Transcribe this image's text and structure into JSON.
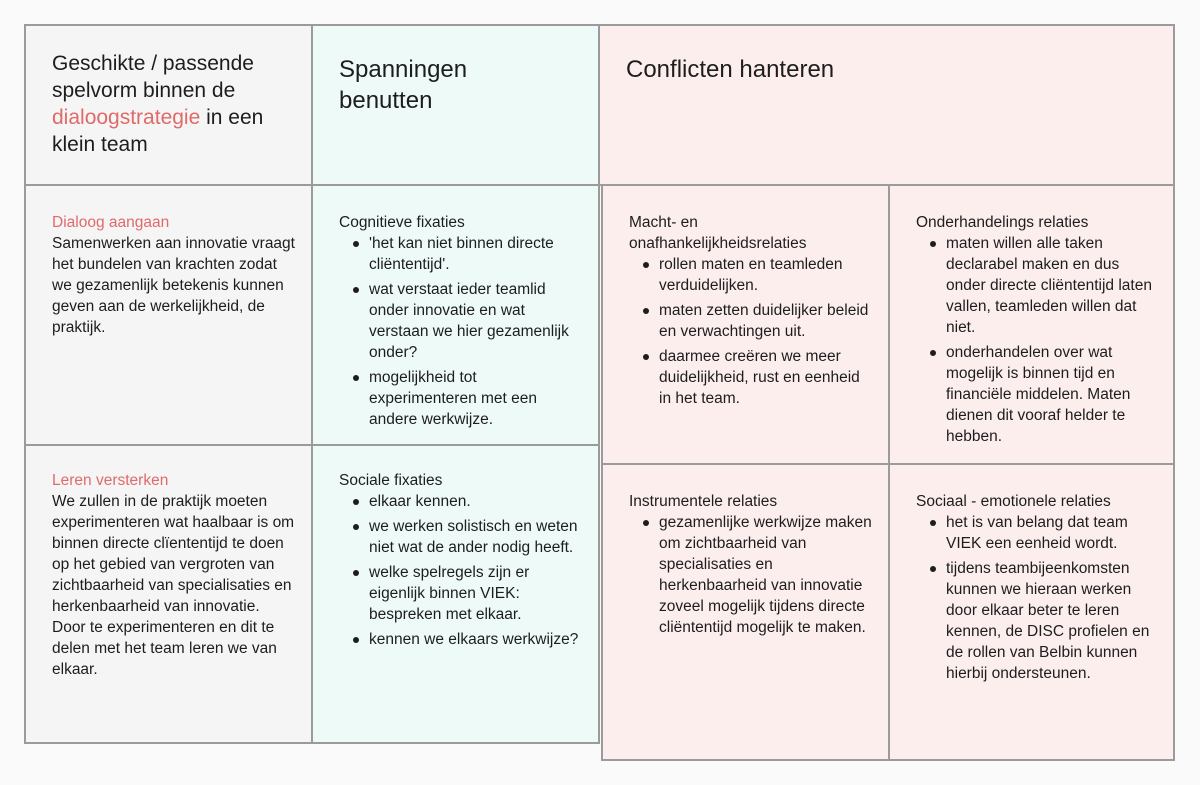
{
  "header": {
    "col1": {
      "line1": "Geschikte / passende spelvorm binnen de",
      "accent": "dialoogstrategie",
      "line2": " in een klein team"
    },
    "col2": "Spanningen benutten",
    "col3": "Conflicten hanteren"
  },
  "left": {
    "dialoog": {
      "title": "Dialoog aangaan",
      "text": "Samenwerken aan innovatie vraagt het bundelen van krachten zodat we gezamenlijk betekenis kunnen geven aan de werkelijkheid, de praktijk."
    },
    "leren": {
      "title": "Leren versterken",
      "text": "We zullen in de praktijk moeten experimenteren wat haalbaar is om binnen directe clïententijd te doen op het gebied van vergroten van zichtbaarheid van specialisaties en herkenbaarheid van innovatie. Door te experimenteren en dit te delen met het team leren we van elkaar."
    }
  },
  "mid": {
    "cognitief": {
      "title": "Cognitieve fixaties",
      "items": [
        "'het kan niet binnen directe cliëntentijd'.",
        "wat verstaat ieder teamlid onder innovatie en wat verstaan we hier gezamenlijk onder?",
        "mogelijkheid tot experimenteren met een andere werkwijze."
      ]
    },
    "sociaal": {
      "title": "Sociale fixaties",
      "items": [
        "elkaar kennen.",
        "we werken solistisch en weten niet wat de ander nodig heeft.",
        "welke spelregels zijn er eigenlijk binnen VIEK: bespreken met elkaar.",
        "kennen we elkaars werkwijze?"
      ]
    }
  },
  "right": {
    "macht": {
      "title": "Macht- en onafhankelijkheidsrelaties",
      "items": [
        "rollen maten en teamleden verduidelijken.",
        "maten zetten duidelijker beleid en verwachtingen uit.",
        "daarmee creëren we meer duidelijkheid, rust en eenheid in het team."
      ]
    },
    "onderhandeling": {
      "title": "Onderhandelings relaties",
      "items": [
        "maten willen alle taken declarabel maken en dus onder directe cliëntentijd laten vallen, teamleden willen dat niet.",
        "onderhandelen over wat mogelijk is binnen tijd en financiële middelen. Maten dienen dit vooraf helder te hebben."
      ]
    },
    "instrumenteel": {
      "title": "Instrumentele relaties",
      "items": [
        "gezamenlijke werkwijze maken om zichtbaarheid van specialisaties en herkenbaarheid van innovatie zoveel mogelijk tijdens directe cliëntentijd mogelijk te maken."
      ]
    },
    "emotioneel": {
      "title": "Sociaal - emotionele relaties",
      "items": [
        "het is van belang dat team VIEK een eenheid wordt.",
        "tijdens teambijeenkomsten kunnen we hieraan werken door elkaar beter te leren kennen, de DISC profielen en de rollen van Belbin kunnen hierbij ondersteunen."
      ]
    }
  }
}
